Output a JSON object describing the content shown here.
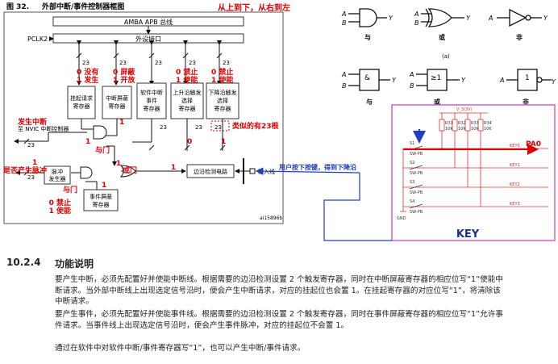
{
  "figure": {
    "number": "图 32.",
    "title": "外部中断/事件控制器框图",
    "bus_label": "AMBA APB 总线",
    "clock_label": "PCLK2",
    "peripheral_interface_label": "外设接口",
    "bus_width": "23",
    "registers": [
      {
        "line1": "挂起请求",
        "line2": "寄存器",
        "line3": ""
      },
      {
        "line1": "中断屏蔽",
        "line2": "寄存器",
        "line3": ""
      },
      {
        "line1": "软件中断",
        "line2": "事件",
        "line3": "寄存器"
      },
      {
        "line1": "上升沿触发",
        "line2": "选择",
        "line3": "寄存器"
      },
      {
        "line1": "下降沿触发",
        "line2": "选择",
        "line3": "寄存器"
      }
    ],
    "event_mask_register": {
      "line1": "事件屏蔽",
      "line2": "寄存器"
    },
    "edge_detect_label": "边沿检测电路",
    "input_line_label": "输入线",
    "nvic_label": "至 NVIC 中断控制器",
    "pulse_generator": {
      "line1": "脉冲",
      "line2": "发生器"
    },
    "figure_id": "ai15896b"
  },
  "annotations": {
    "reading_order": "从上到下，从右到左",
    "pending_0": "0 没有",
    "pending_1": "1 发生",
    "mask_0": "0 屏蔽",
    "mask_1": "1 开放",
    "rise_0": "0 禁止",
    "rise_1": "1 使能",
    "fall_0": "0 禁止",
    "fall_1": "1 使能",
    "interrupt_occurs": "发生中断",
    "pulse_question": "是否产生脉冲",
    "and_gate": "与门",
    "and_gate2": "与门",
    "or_gate": "或门",
    "similar_23": "类似的有23根",
    "evmask_0": "0  禁止",
    "evmask_1": "1  使能",
    "key_press": "用户按下按键，得到下降沿",
    "digit_1": "1",
    "digit_0": "0"
  },
  "logic_gates": {
    "and_label": "与",
    "or_label": "或",
    "not_label": "非",
    "input_a": "A",
    "input_b": "B",
    "output_y": "Y",
    "subfig": "(a)",
    "amp_symbol": "&",
    "ge1_symbol": "≥1",
    "one_symbol": "1"
  },
  "schematic": {
    "vcc_label": "V_3(3V)",
    "pa0_label": "PA0",
    "key_caption": "KEY",
    "gnd_label": "GND",
    "resistors": [
      {
        "name": "R31",
        "value": "10K"
      },
      {
        "name": "R32",
        "value": "10K"
      },
      {
        "name": "R33",
        "value": "10K"
      },
      {
        "name": "R34",
        "value": "10K"
      }
    ],
    "switches": [
      {
        "name": "S1",
        "type": "SW-PB",
        "net": "KEY0"
      },
      {
        "name": "S2",
        "type": "SW-PB",
        "net": "KEY1"
      },
      {
        "name": "S3",
        "type": "SW-PB",
        "net": "KEY2"
      },
      {
        "name": "S4",
        "type": "SW-PB",
        "net": "KEY3"
      }
    ]
  },
  "section": {
    "number": "10.2.4",
    "title": "功能说明",
    "paragraphs": [
      "要产生中断，必须先配置好并使能中断线。根据需要的边沿检测设置 2 个触发寄存器，同时在中断屏蔽寄存器的相应位写“1”使能中断请求。当外部中断线上出现选定信号沿时，便会产生中断请求，对应的挂起位也会置 1。在挂起寄存器的对应位写“1”，将清除该中断请求。",
      "要产生事件，必须先配置好并使能事件线。根据需要的边沿检测设置 2 个触发寄存器，同时在事件屏蔽寄存器的相应位写“1”允许事件请求。当事件线上出现选定信号沿时，便会产生事件脉冲，对应的挂起位不会置 1。",
      "通过在软件中对软件中断/事件寄存器写“1”，也可以产生中断/事件请求。"
    ]
  },
  "colors": {
    "annotation": "#e00000",
    "arrow": "#2040c0",
    "pcb_border": "#d060d0",
    "schematic_line": "#e03030",
    "key_text": "#1a2f9a"
  }
}
